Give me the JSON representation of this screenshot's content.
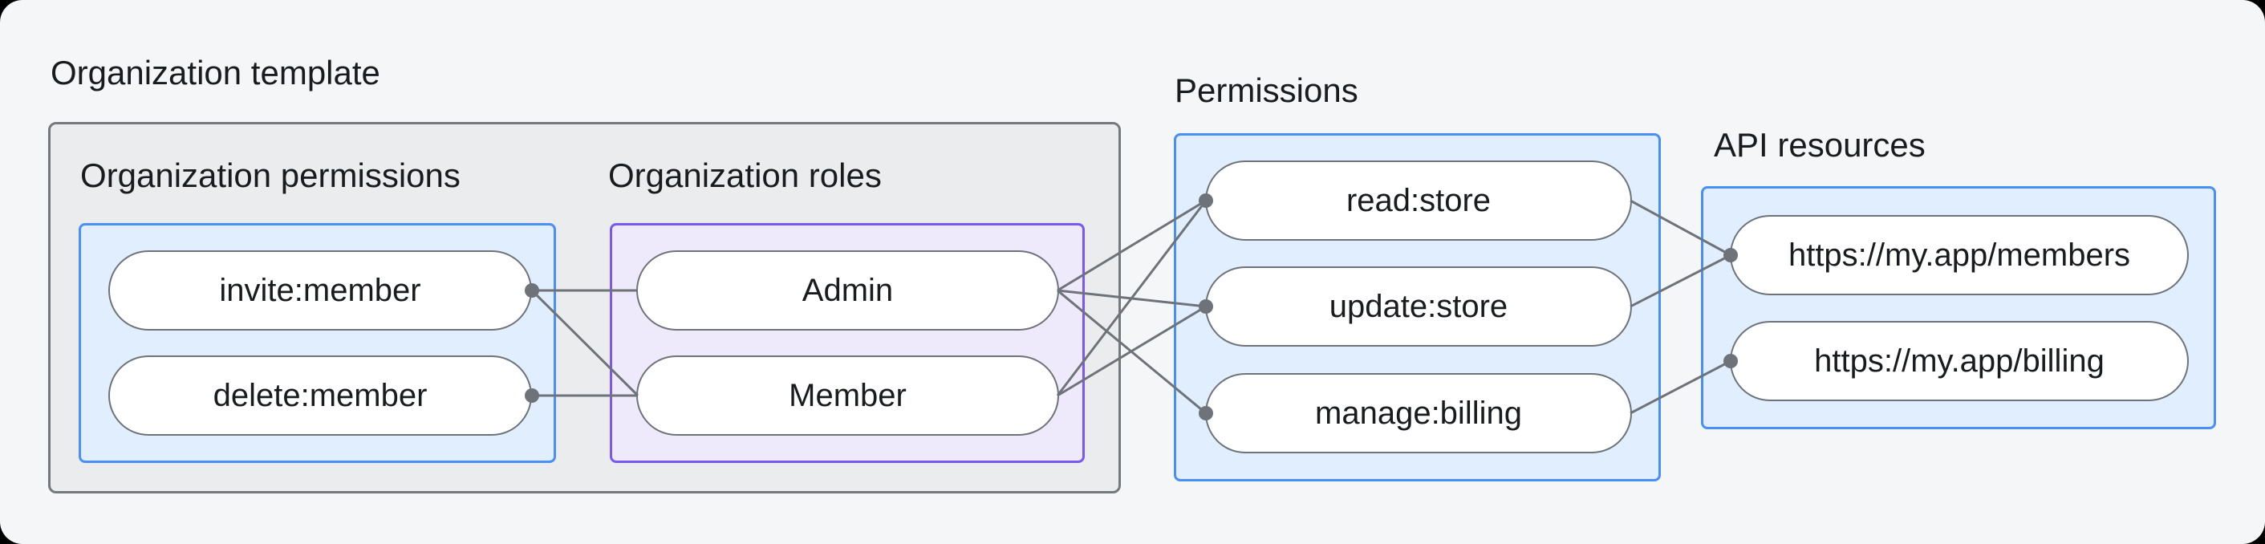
{
  "title": "Organization template",
  "colors": {
    "page_bg": "#f5f6f7",
    "text": "#191c1f",
    "gray_fill": "#ebeced",
    "gray_border": "#74787f",
    "blue_fill": "#e1eefd",
    "blue_border": "#4a8ff5",
    "purple_fill": "#efe9fc",
    "purple_border": "#7a58f0",
    "line": "#6e737a",
    "pill_fill": "#ffffff"
  },
  "groups": {
    "org_permissions": {
      "label": "Organization permissions",
      "items": [
        {
          "id": "invite_member",
          "label": "invite:member"
        },
        {
          "id": "delete_member",
          "label": "delete:member"
        }
      ]
    },
    "org_roles": {
      "label": "Organization roles",
      "items": [
        {
          "id": "admin",
          "label": "Admin"
        },
        {
          "id": "member",
          "label": "Member"
        }
      ]
    },
    "permissions": {
      "label": "Permissions",
      "items": [
        {
          "id": "read_store",
          "label": "read:store"
        },
        {
          "id": "update_store",
          "label": "update:store"
        },
        {
          "id": "manage_billing",
          "label": "manage:billing"
        }
      ]
    },
    "api_resources": {
      "label": "API resources",
      "items": [
        {
          "id": "members_api",
          "label": "https://my.app/members"
        },
        {
          "id": "billing_api",
          "label": "https://my.app/billing"
        }
      ]
    }
  },
  "edges": [
    {
      "from": "invite_member",
      "to": "admin"
    },
    {
      "from": "invite_member",
      "to": "member"
    },
    {
      "from": "delete_member",
      "to": "member"
    },
    {
      "from": "admin",
      "to": "read_store"
    },
    {
      "from": "admin",
      "to": "update_store"
    },
    {
      "from": "admin",
      "to": "manage_billing"
    },
    {
      "from": "member",
      "to": "read_store"
    },
    {
      "from": "member",
      "to": "update_store"
    },
    {
      "from": "read_store",
      "to": "members_api"
    },
    {
      "from": "update_store",
      "to": "members_api"
    },
    {
      "from": "manage_billing",
      "to": "billing_api"
    }
  ]
}
